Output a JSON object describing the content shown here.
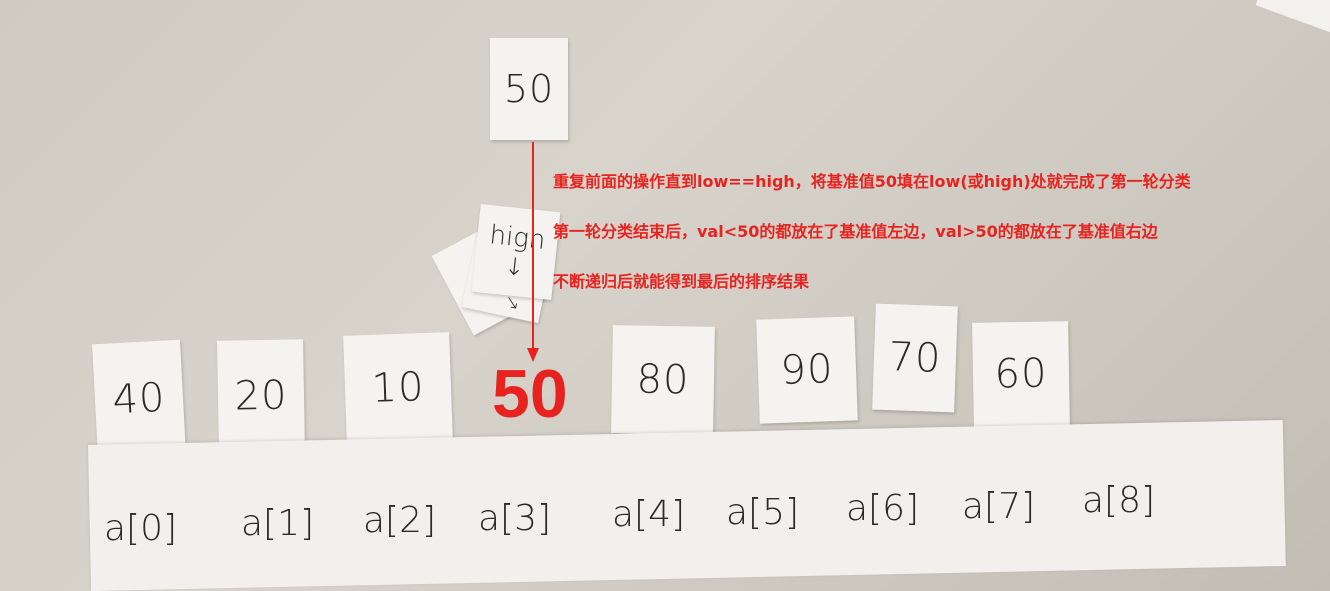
{
  "pivot_card": "50",
  "high_label": "high",
  "high_arrow": "↓",
  "cards": [
    "40",
    "20",
    "10",
    "80",
    "90",
    "70",
    "60"
  ],
  "placed_value": "50",
  "indices": [
    "a[0]",
    "a[1]",
    "a[2]",
    "a[3]",
    "a[4]",
    "a[5]",
    "a[6]",
    "a[7]",
    "a[8]"
  ],
  "annotations": [
    "重复前面的操作直到low==high，将基准值50填在low(或high)处就完成了第一轮分类",
    "第一轮分类结束后，val<50的都放在了基准值左边，val>50的都放在了基准值右边",
    "不断递归后就能得到最后的排序结果"
  ],
  "colors": {
    "annotation": "#e8231f",
    "paper": "#f4f3f0"
  }
}
